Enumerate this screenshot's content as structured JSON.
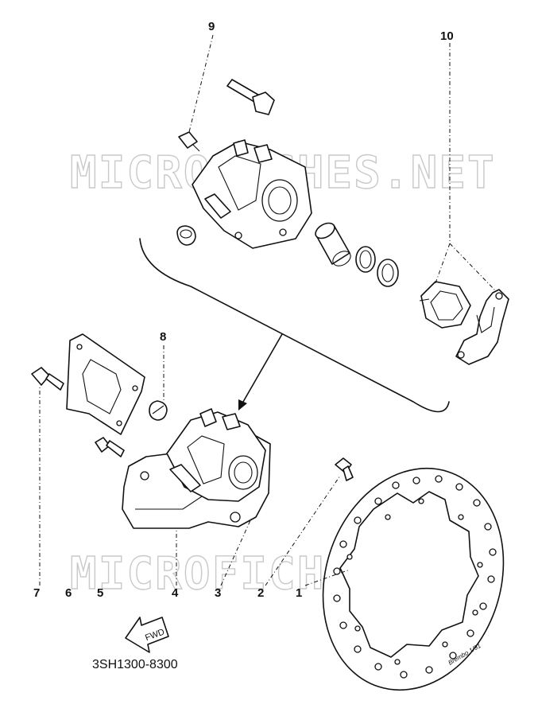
{
  "watermark": "MICROFICHES.NET",
  "callouts": [
    "1",
    "2",
    "3",
    "4",
    "5",
    "6",
    "7",
    "8",
    "9",
    "10"
  ],
  "forward_label": "FWD",
  "diagram_code": "3SH1300-8300",
  "disc_mark": "Brembo 1/91"
}
